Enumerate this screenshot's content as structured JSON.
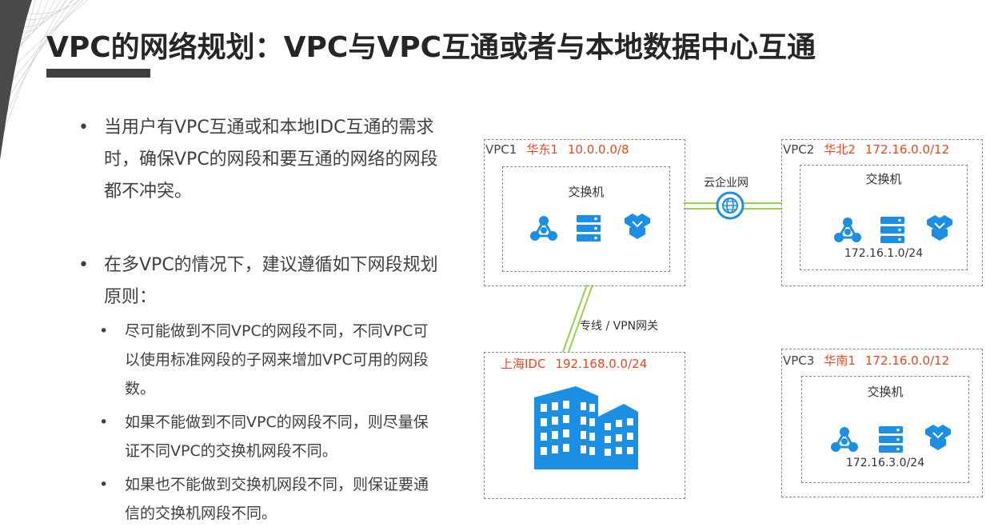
{
  "header": {
    "title": "VPC的网络规划：VPC与VPC互通或者与本地数据中心互通"
  },
  "bullets": [
    {
      "text": "当用户有VPC互通或和本地IDC互通的需求时，确保VPC的网段和要互通的网络的网段都不冲突。",
      "lines": [
        "当用户有VPC互通或和本地IDC互通的需求",
        "时，确保VPC的网段和要互通的网络的网段",
        "都不冲突。"
      ]
    },
    {
      "lines": [
        "在多VPC的情况下，建议遵循如下网段规划",
        "原则："
      ],
      "sub": [
        {
          "lines": [
            "尽可能做到不同VPC的网段不同，不同VPC可",
            "以使用标准网段的子网来增加VPC可用的网段",
            "数。"
          ]
        },
        {
          "lines": [
            "如果不能做到不同VPC的网段不同，则尽量保",
            "证不同VPC的交换机网段不同。"
          ]
        },
        {
          "lines": [
            "如果也不能做到交换机网段不同，则保证要通",
            "信的交换机网段不同。"
          ]
        }
      ]
    }
  ],
  "bullet_symbol": "•",
  "diagram": {
    "vpc1": {
      "name": "VPC1",
      "region": "华东1",
      "cidr": "10.0.0.0/8",
      "switch_label": "交换机"
    },
    "vpc2": {
      "name": "VPC2",
      "region": "华北2",
      "cidr": "172.16.0.0/12",
      "switch_label": "交换机",
      "switch_cidr": "172.16.1.0/24"
    },
    "vpc3": {
      "name": "VPC3",
      "region": "华南1",
      "cidr": "172.16.0.0/12",
      "switch_label": "交换机",
      "switch_cidr": "172.16.3.0/24"
    },
    "idc": {
      "name": "上海IDC",
      "cidr": "192.168.0.0/24"
    },
    "links": {
      "cen_label": "云企业网",
      "vpn_label": "专线 / VPN网关"
    },
    "icons": [
      "network-nodes-icon",
      "server-stack-icon",
      "vpc-hexagon-icon",
      "globe-icon",
      "office-building-icon"
    ],
    "colors": {
      "accent_red": "#e8481f",
      "icon_blue": "#1a8fe3",
      "link_green": "#9ad14b"
    }
  }
}
